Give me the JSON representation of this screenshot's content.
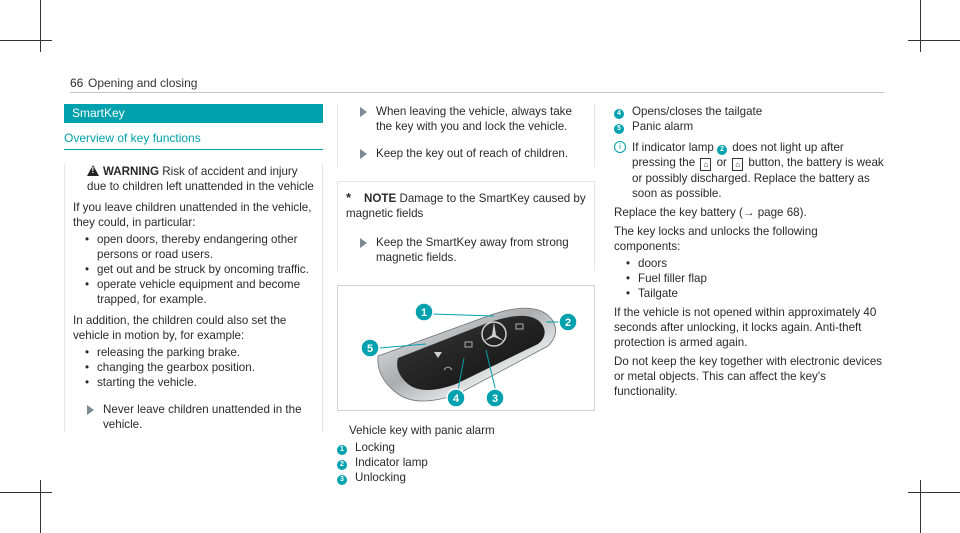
{
  "header": {
    "page_number": "66",
    "title": "Opening and closing"
  },
  "left": {
    "section_title": "SmartKey",
    "subsection_title": "Overview of key functions",
    "warning": {
      "label": "WARNING",
      "heading": " Risk of accident and injury due to children left unattended in the vehicle",
      "intro": "If you leave children unattended in the vehicle, they could, in particular:",
      "bullets": [
        "open doors, thereby endangering other persons or road users.",
        "get out and be struck by oncoming traffic.",
        "operate vehicle equipment and become trapped, for example."
      ],
      "para2": "In addition, the children could also set the vehicle in motion by, for example:",
      "bullets2": [
        "releasing the parking brake.",
        "changing the gearbox position.",
        "starting the vehicle."
      ],
      "action": "Never leave children unattended in the vehicle."
    }
  },
  "middle": {
    "actions": [
      "When leaving the vehicle, always take the key with you and lock the vehicle.",
      "Keep the key out of reach of children."
    ],
    "note": {
      "label": "NOTE",
      "heading": " Damage to the SmartKey caused by magnetic fields",
      "action": "Keep the SmartKey away from strong magnetic fields."
    },
    "figure_caption": "Vehicle key with panic alarm",
    "figure_labels": [
      "1",
      "2",
      "3",
      "4",
      "5"
    ],
    "legend": [
      {
        "num": "1",
        "text": "Locking"
      },
      {
        "num": "2",
        "text": "Indicator lamp"
      },
      {
        "num": "3",
        "text": "Unlocking"
      }
    ]
  },
  "right": {
    "legend": [
      {
        "num": "4",
        "text": "Opens/closes the tailgate"
      },
      {
        "num": "5",
        "text": "Panic alarm"
      }
    ],
    "info": {
      "p1_a": "If indicator lamp ",
      "p1_num": "2",
      "p1_b": " does not light up after pressing the ",
      "p1_or": " or ",
      "p1_c": " button, the battery is weak or possibly discharged. Replace the battery as soon as possible."
    },
    "replace_text": "Replace the key battery (→ page 68).",
    "locks_text": "The key locks and unlocks the following components:",
    "components": [
      "doors",
      "Fuel filler flap",
      "Tailgate"
    ],
    "relock_text": "If the vehicle is not opened within approximately 40 seconds after unlocking, it locks again. Anti-theft protection is armed again.",
    "interference_text": "Do not keep the key together with electronic devices or metal objects. This can affect the key's functionality."
  },
  "colors": {
    "accent": "#00a1ae",
    "text": "#2a2a2a"
  },
  "icons": [
    "warning-icon",
    "note-icon",
    "info-icon",
    "lock-key-icon",
    "unlock-key-icon"
  ]
}
